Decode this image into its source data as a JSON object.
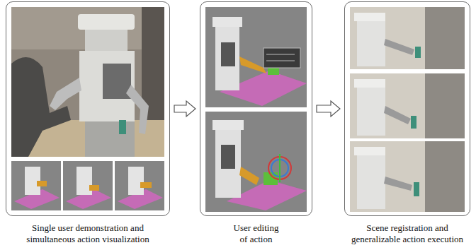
{
  "diagram": {
    "nodes": [
      {
        "text": [
          "Single user demonstration and simultaneous action visualization"
        ]
      },
      {
        "text": [
          "User editing of action"
        ]
      },
      {
        "text": [
          "Scene registration and generalizable action execution"
        ]
      }
    ],
    "edges": [
      {
        "from": 0,
        "to": 1,
        "arrow": "to"
      },
      {
        "from": 1,
        "to": 2,
        "arrow": "to"
      }
    ]
  }
}
